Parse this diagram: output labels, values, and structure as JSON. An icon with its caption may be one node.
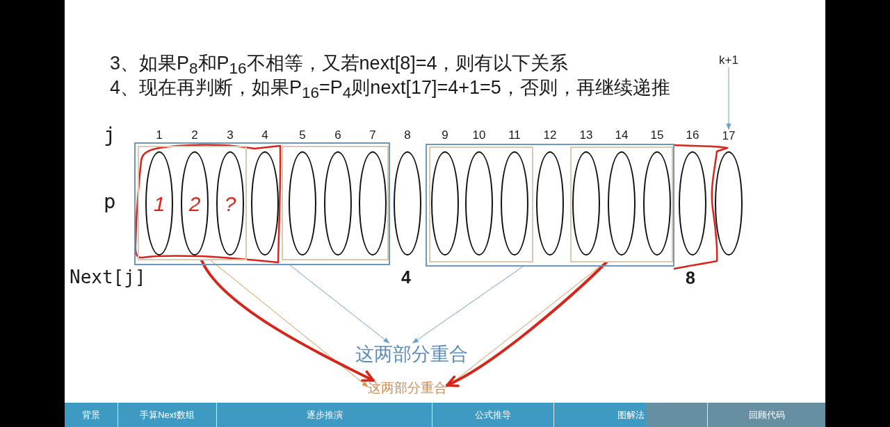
{
  "diagram": {
    "nodes": [
      {
        "text": [
          "k+1"
        ]
      },
      {
        "text": [
          "17"
        ]
      },
      {
        "text": [],
        "shape": "box"
      },
      {
        "text": [],
        "shape": "box",
        "in": 2
      },
      {
        "text": [
          "1"
        ],
        "in": 3
      },
      {
        "text": [
          "2"
        ],
        "in": 3
      },
      {
        "text": [
          "?"
        ],
        "in": 3
      },
      {
        "text": [],
        "shape": "ellipse",
        "in": 2
      },
      {
        "text": [],
        "shape": "box",
        "in": 2
      },
      {
        "text": [],
        "shape": "ellipse",
        "in": 8
      },
      {
        "text": [],
        "shape": "ellipse",
        "in": 8
      },
      {
        "text": [],
        "shape": "ellipse",
        "in": 8
      },
      {
        "text": [],
        "shape": "ellipse"
      },
      {
        "text": [],
        "shape": "box"
      },
      {
        "text": [],
        "shape": "box",
        "in": 13
      },
      {
        "text": [],
        "shape": "ellipse",
        "in": 14
      },
      {
        "text": [],
        "shape": "ellipse",
        "in": 14
      },
      {
        "text": [],
        "shape": "ellipse",
        "in": 14
      },
      {
        "text": [],
        "shape": "ellipse",
        "in": 13
      },
      {
        "text": [],
        "shape": "box",
        "in": 13
      },
      {
        "text": [],
        "shape": "ellipse",
        "in": 19
      },
      {
        "text": [],
        "shape": "ellipse",
        "in": 19
      },
      {
        "text": [],
        "shape": "ellipse",
        "in": 19
      },
      {
        "text": [],
        "shape": "ellipse"
      },
      {
        "text": [],
        "shape": "ellipse"
      },
      {
        "text": [
          "这两部分重合"
        ]
      },
      {
        "text": [
          "这两部分重合"
        ]
      }
    ],
    "edges": [
      {
        "from": 0,
        "to": 1,
        "arrow": "to"
      },
      {
        "from": 2,
        "to": 25,
        "arrow": "to"
      },
      {
        "from": 13,
        "to": 25,
        "arrow": "to"
      },
      {
        "from": 3,
        "to": 26,
        "arrow": "to",
        "color": "#d9954f"
      },
      {
        "from": 19,
        "to": 26,
        "arrow": "to",
        "color": "#d9954f"
      },
      {
        "from": 3,
        "to": 26,
        "arrow": "to",
        "style": "thick",
        "color": "#d6261b"
      },
      {
        "from": 19,
        "to": 26,
        "arrow": "to",
        "style": "thick",
        "color": "#d6261b"
      }
    ],
    "labels": [
      "3、如果P$_{8}$和P$_{16}$不相等，又若next[8]=4，则有以下关系",
      "4、现在再判断，如果P$_{16}$=P$_{4}$则next[17]=4+1=5，否则，再继续递推",
      "j",
      "1",
      "2",
      "3",
      "4",
      "5",
      "6",
      "7",
      "8",
      "9",
      "10",
      "11",
      "12",
      "13",
      "14",
      "15",
      "16",
      "p",
      "Next[j]",
      "4",
      "8",
      "背景",
      "手算Next数组",
      "逐步推演",
      "公式推导",
      "图解法",
      "回顾代码"
    ]
  }
}
